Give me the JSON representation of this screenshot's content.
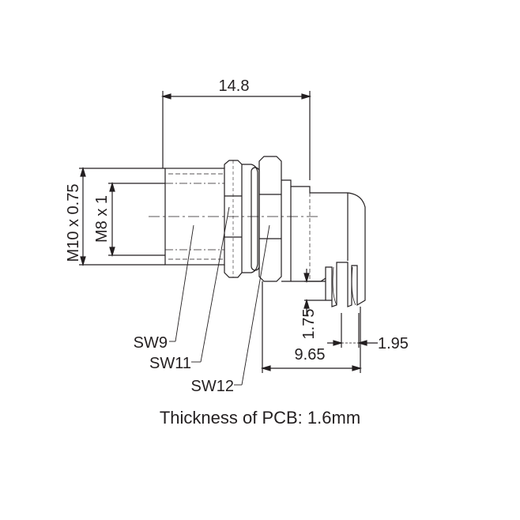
{
  "dimensions": {
    "overall_length": "14.8",
    "outer_thread": "M10 x 0.75",
    "inner_thread": "M8 x 1",
    "pin_offset": "1.75",
    "pin_to_body": "9.65",
    "pin_pitch": "1.95"
  },
  "wrench_sizes": {
    "sw9": "SW9",
    "sw11": "SW11",
    "sw12": "SW12"
  },
  "caption": "Thickness of PCB: 1.6mm",
  "colors": {
    "ink": "#231f20",
    "background": "#ffffff"
  }
}
